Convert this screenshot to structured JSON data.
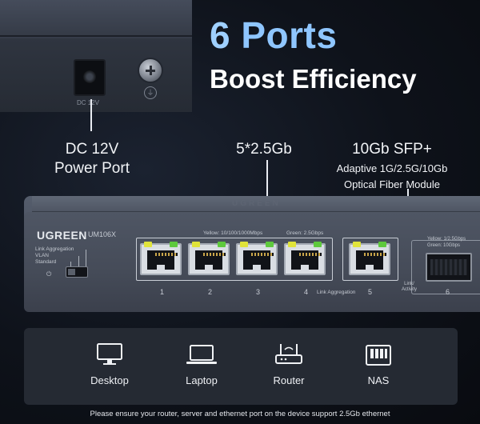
{
  "headline": {
    "number": "6",
    "word": "Ports",
    "subtitle": "Boost Efficiency"
  },
  "back_panel": {
    "dc_label": "DC 12V"
  },
  "callouts": {
    "power": {
      "line1": "DC 12V",
      "line2": "Power Port"
    },
    "rj45": {
      "line1": "5*2.5Gb"
    },
    "sfp": {
      "line1": "10Gb SFP+",
      "line2": "Adaptive 1G/2.5G/10Gb",
      "line3": "Optical Fiber Module"
    }
  },
  "device": {
    "brand": "UGREEN",
    "lid_brand": "UGREEN",
    "model": "UM106X",
    "mode_labels": [
      "Link Aggregation",
      "VLAN",
      "Standard"
    ],
    "power_symbol": "⏻",
    "speed_yellow": "Yellow: 10/100/1000Mbps",
    "speed_green": "Green: 2.5Gbps",
    "sfp_speed_yellow": "Yellow: 1/2.5Gbps",
    "sfp_speed_green": "Green: 10Gbps",
    "link_activity": "Link/\nActivity",
    "link_aggregation": "Link Aggregation",
    "ports": [
      {
        "number": "1",
        "led_left": "#e0e33a",
        "led_right": "#5ec93d"
      },
      {
        "number": "2",
        "led_left": "#e0e33a",
        "led_right": "#5ec93d"
      },
      {
        "number": "3",
        "led_left": "#e0e33a",
        "led_right": "#5ec93d"
      },
      {
        "number": "4",
        "led_left": "#e0e33a",
        "led_right": "#5ec93d"
      },
      {
        "number": "5",
        "led_left": "#e0e33a",
        "led_right": "#5ec93d"
      }
    ],
    "sfp_port_number": "6"
  },
  "compatible_devices": [
    {
      "icon": "desktop-icon",
      "label": "Desktop"
    },
    {
      "icon": "laptop-icon",
      "label": "Laptop"
    },
    {
      "icon": "router-icon",
      "label": "Router"
    },
    {
      "icon": "nas-icon",
      "label": "NAS"
    }
  ],
  "footnote": "Please ensure your router, server and ethernet port on the device support 2.5Gb ethernet",
  "colors": {
    "accent": "#8fc6ff",
    "background": "#0d1018",
    "led_yellow": "#e0e33a",
    "led_green": "#5ec93d"
  }
}
